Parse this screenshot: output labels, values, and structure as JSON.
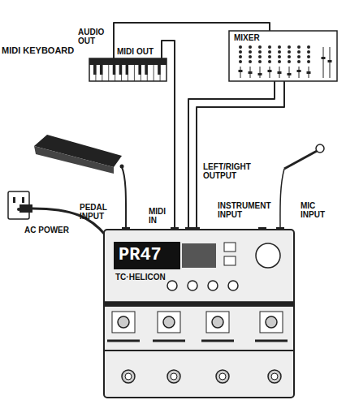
{
  "diagram": {
    "nodes": [
      {
        "text": [
          "MIDI KEYBOARD"
        ]
      },
      {
        "text": [
          "MIXER"
        ]
      },
      {
        "text": [
          "TC·HELICON"
        ]
      }
    ],
    "edges": [
      {
        "from": 0,
        "to": 1,
        "arrow": "none"
      },
      {
        "from": 0,
        "to": 2,
        "arrow": "none"
      },
      {
        "from": 2,
        "to": 1,
        "arrow": "none"
      },
      {
        "from": 2,
        "to": 1,
        "arrow": "none"
      }
    ],
    "labels": [
      "AUDIO OUT",
      "MIDI OUT",
      "PEDAL INPUT",
      "AC POWER",
      "MIDI IN",
      "LEFT/RIGHT OUTPUT",
      "INSTRUMENT INPUT",
      "MIC INPUT",
      "PR47"
    ]
  }
}
